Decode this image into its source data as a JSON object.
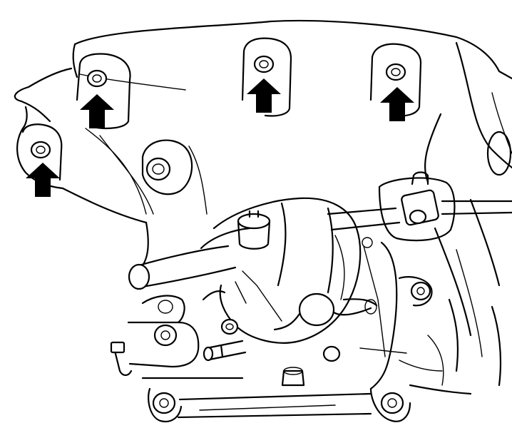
{
  "figure": {
    "subject": "transmission-case-bolts",
    "colors": {
      "line": "#000000",
      "background": "#ffffff",
      "arrow": "#000000"
    },
    "arrows": [
      {
        "id": "arrow-1",
        "icon": "arrow-up-icon",
        "points_to": "bolt-1"
      },
      {
        "id": "arrow-2",
        "icon": "arrow-up-icon",
        "points_to": "bolt-2"
      },
      {
        "id": "arrow-3",
        "icon": "arrow-up-icon",
        "points_to": "bolt-3"
      },
      {
        "id": "arrow-4",
        "icon": "arrow-up-icon",
        "points_to": "bolt-4"
      }
    ]
  }
}
